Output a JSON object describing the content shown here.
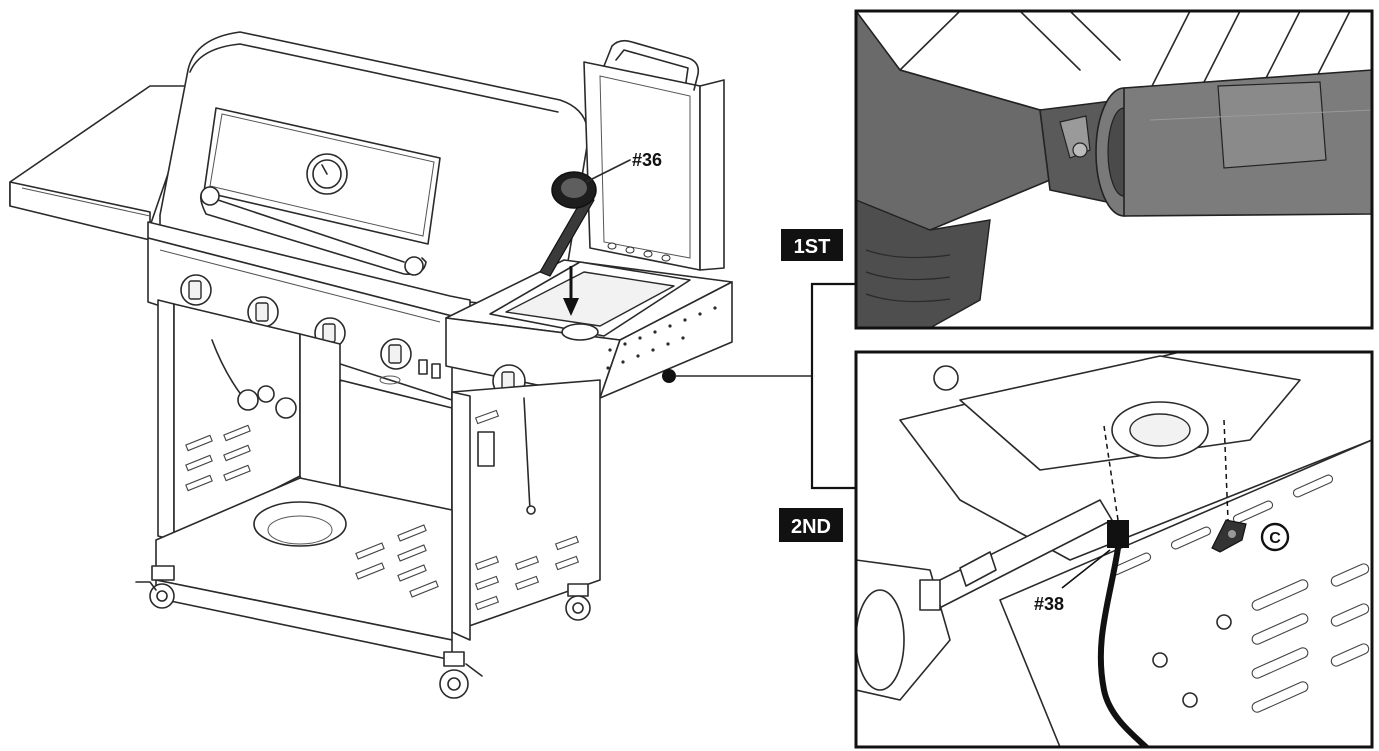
{
  "callouts": {
    "side_burner_part": "#36",
    "hose_part": "#38",
    "clip_letter": "C"
  },
  "steps": {
    "first": "1ST",
    "second": "2ND"
  }
}
